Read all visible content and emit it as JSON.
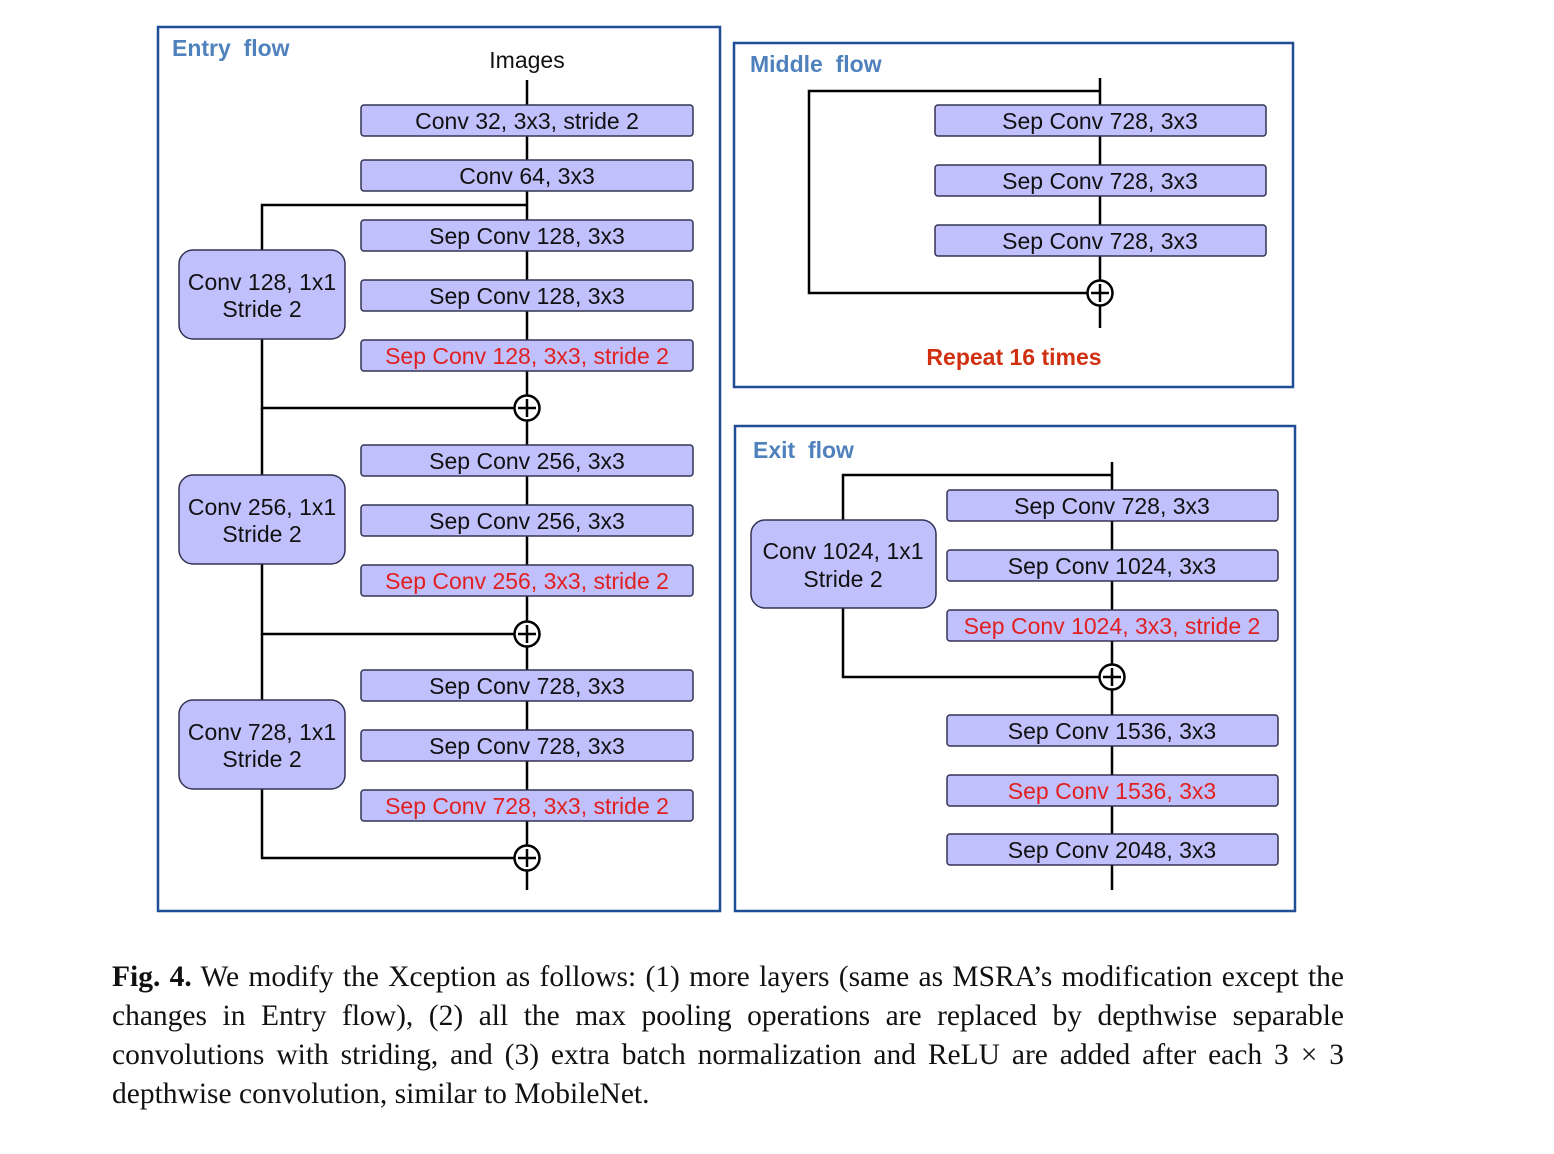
{
  "colors": {
    "panel_border": "#1f4e96",
    "panel_title": "#4f81bd",
    "box_fill": "#c0c0fd",
    "box_border": "#333355",
    "text": "#111111",
    "stride_text": "#e02020",
    "repeat_text": "#d03010"
  },
  "entry_flow": {
    "title": "Entry  flow",
    "input_label": "Images",
    "conv1": "Conv 32, 3x3, stride 2",
    "conv2": "Conv 64, 3x3",
    "block1": {
      "shortcut": [
        "Conv 128, 1x1",
        "Stride 2"
      ],
      "layers": [
        "Sep Conv 128, 3x3",
        "Sep Conv 128, 3x3",
        "Sep Conv 128, 3x3, stride 2"
      ]
    },
    "block2": {
      "shortcut": [
        "Conv 256, 1x1",
        "Stride 2"
      ],
      "layers": [
        "Sep Conv 256, 3x3",
        "Sep Conv 256, 3x3",
        "Sep Conv 256, 3x3, stride 2"
      ]
    },
    "block3": {
      "shortcut": [
        "Conv 728, 1x1",
        "Stride 2"
      ],
      "layers": [
        "Sep Conv 728, 3x3",
        "Sep Conv 728, 3x3",
        "Sep Conv 728, 3x3, stride 2"
      ]
    }
  },
  "middle_flow": {
    "title": "Middle  flow",
    "layers": [
      "Sep Conv 728, 3x3",
      "Sep Conv 728, 3x3",
      "Sep Conv 728, 3x3"
    ],
    "repeat": "Repeat 16 times"
  },
  "exit_flow": {
    "title": "Exit  flow",
    "shortcut": [
      "Conv 1024, 1x1",
      "Stride 2"
    ],
    "layers": [
      "Sep Conv 728, 3x3",
      "Sep Conv 1024, 3x3",
      "Sep Conv 1024, 3x3, stride 2"
    ],
    "post": [
      "Sep Conv 1536, 3x3",
      "Sep Conv 1536, 3x3",
      "Sep Conv 2048, 3x3"
    ]
  },
  "caption": {
    "label": "Fig. 4.",
    "text": "We modify the Xception as follows: (1) more layers (same as MSRA’s modification except the changes in Entry flow), (2) all the max pooling operations are replaced by depthwise separable convolutions with striding, and (3) extra batch normalization and ReLU are added after each 3 × 3 depthwise convolution, similar to MobileNet."
  }
}
